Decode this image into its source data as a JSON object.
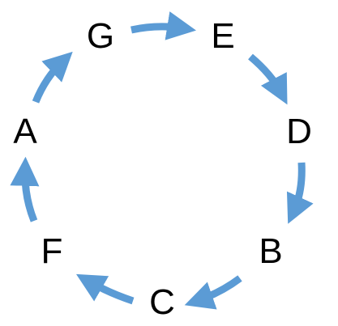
{
  "diagram": {
    "type": "cycle",
    "arrow_color": "#5b9bd5",
    "text_color": "#000000",
    "nodes": [
      "G",
      "E",
      "D",
      "B",
      "C",
      "F",
      "A"
    ],
    "edges": [
      {
        "from": "G",
        "to": "E"
      },
      {
        "from": "E",
        "to": "D"
      },
      {
        "from": "D",
        "to": "B"
      },
      {
        "from": "B",
        "to": "C"
      },
      {
        "from": "C",
        "to": "F"
      },
      {
        "from": "F",
        "to": "A"
      },
      {
        "from": "A",
        "to": "G"
      }
    ]
  }
}
